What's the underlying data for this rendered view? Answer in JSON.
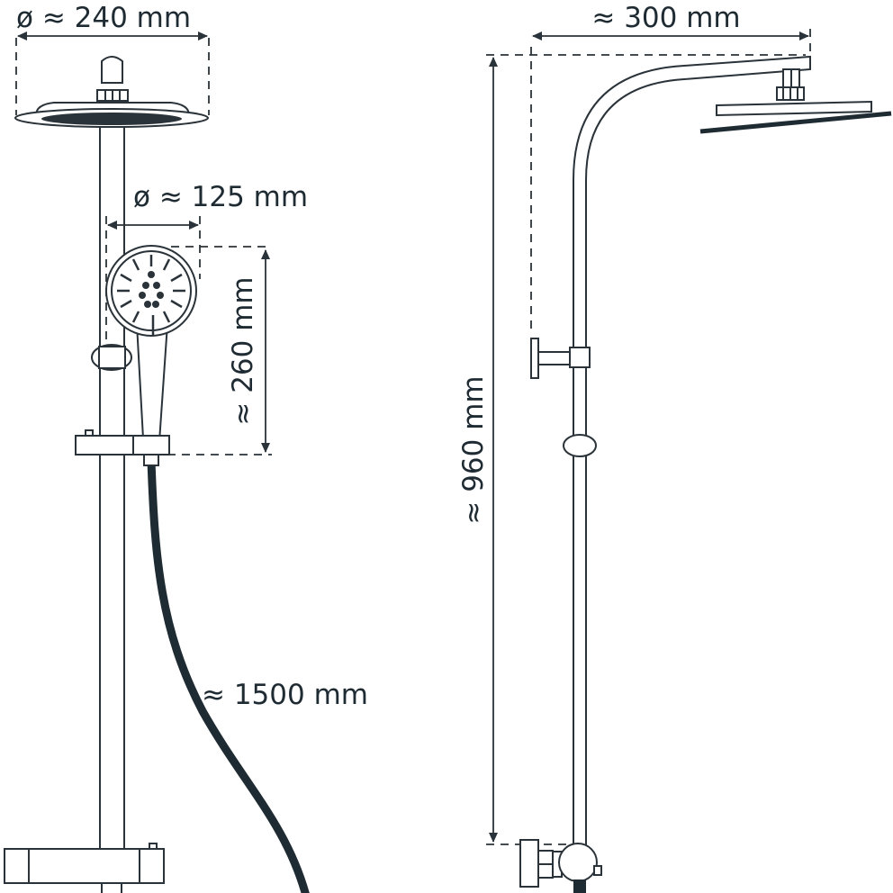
{
  "labels": {
    "rain_head_diameter": "ø ≈ 240 mm",
    "hand_shower_diameter": "ø ≈ 125 mm",
    "hand_shower_length": "≈ 260 mm",
    "hose_length": "≈ 1500 mm",
    "arm_reach": "≈ 300 mm",
    "total_height": "≈ 960 mm"
  },
  "colors": {
    "line": "#2a3339",
    "hose": "#1f2b33"
  }
}
